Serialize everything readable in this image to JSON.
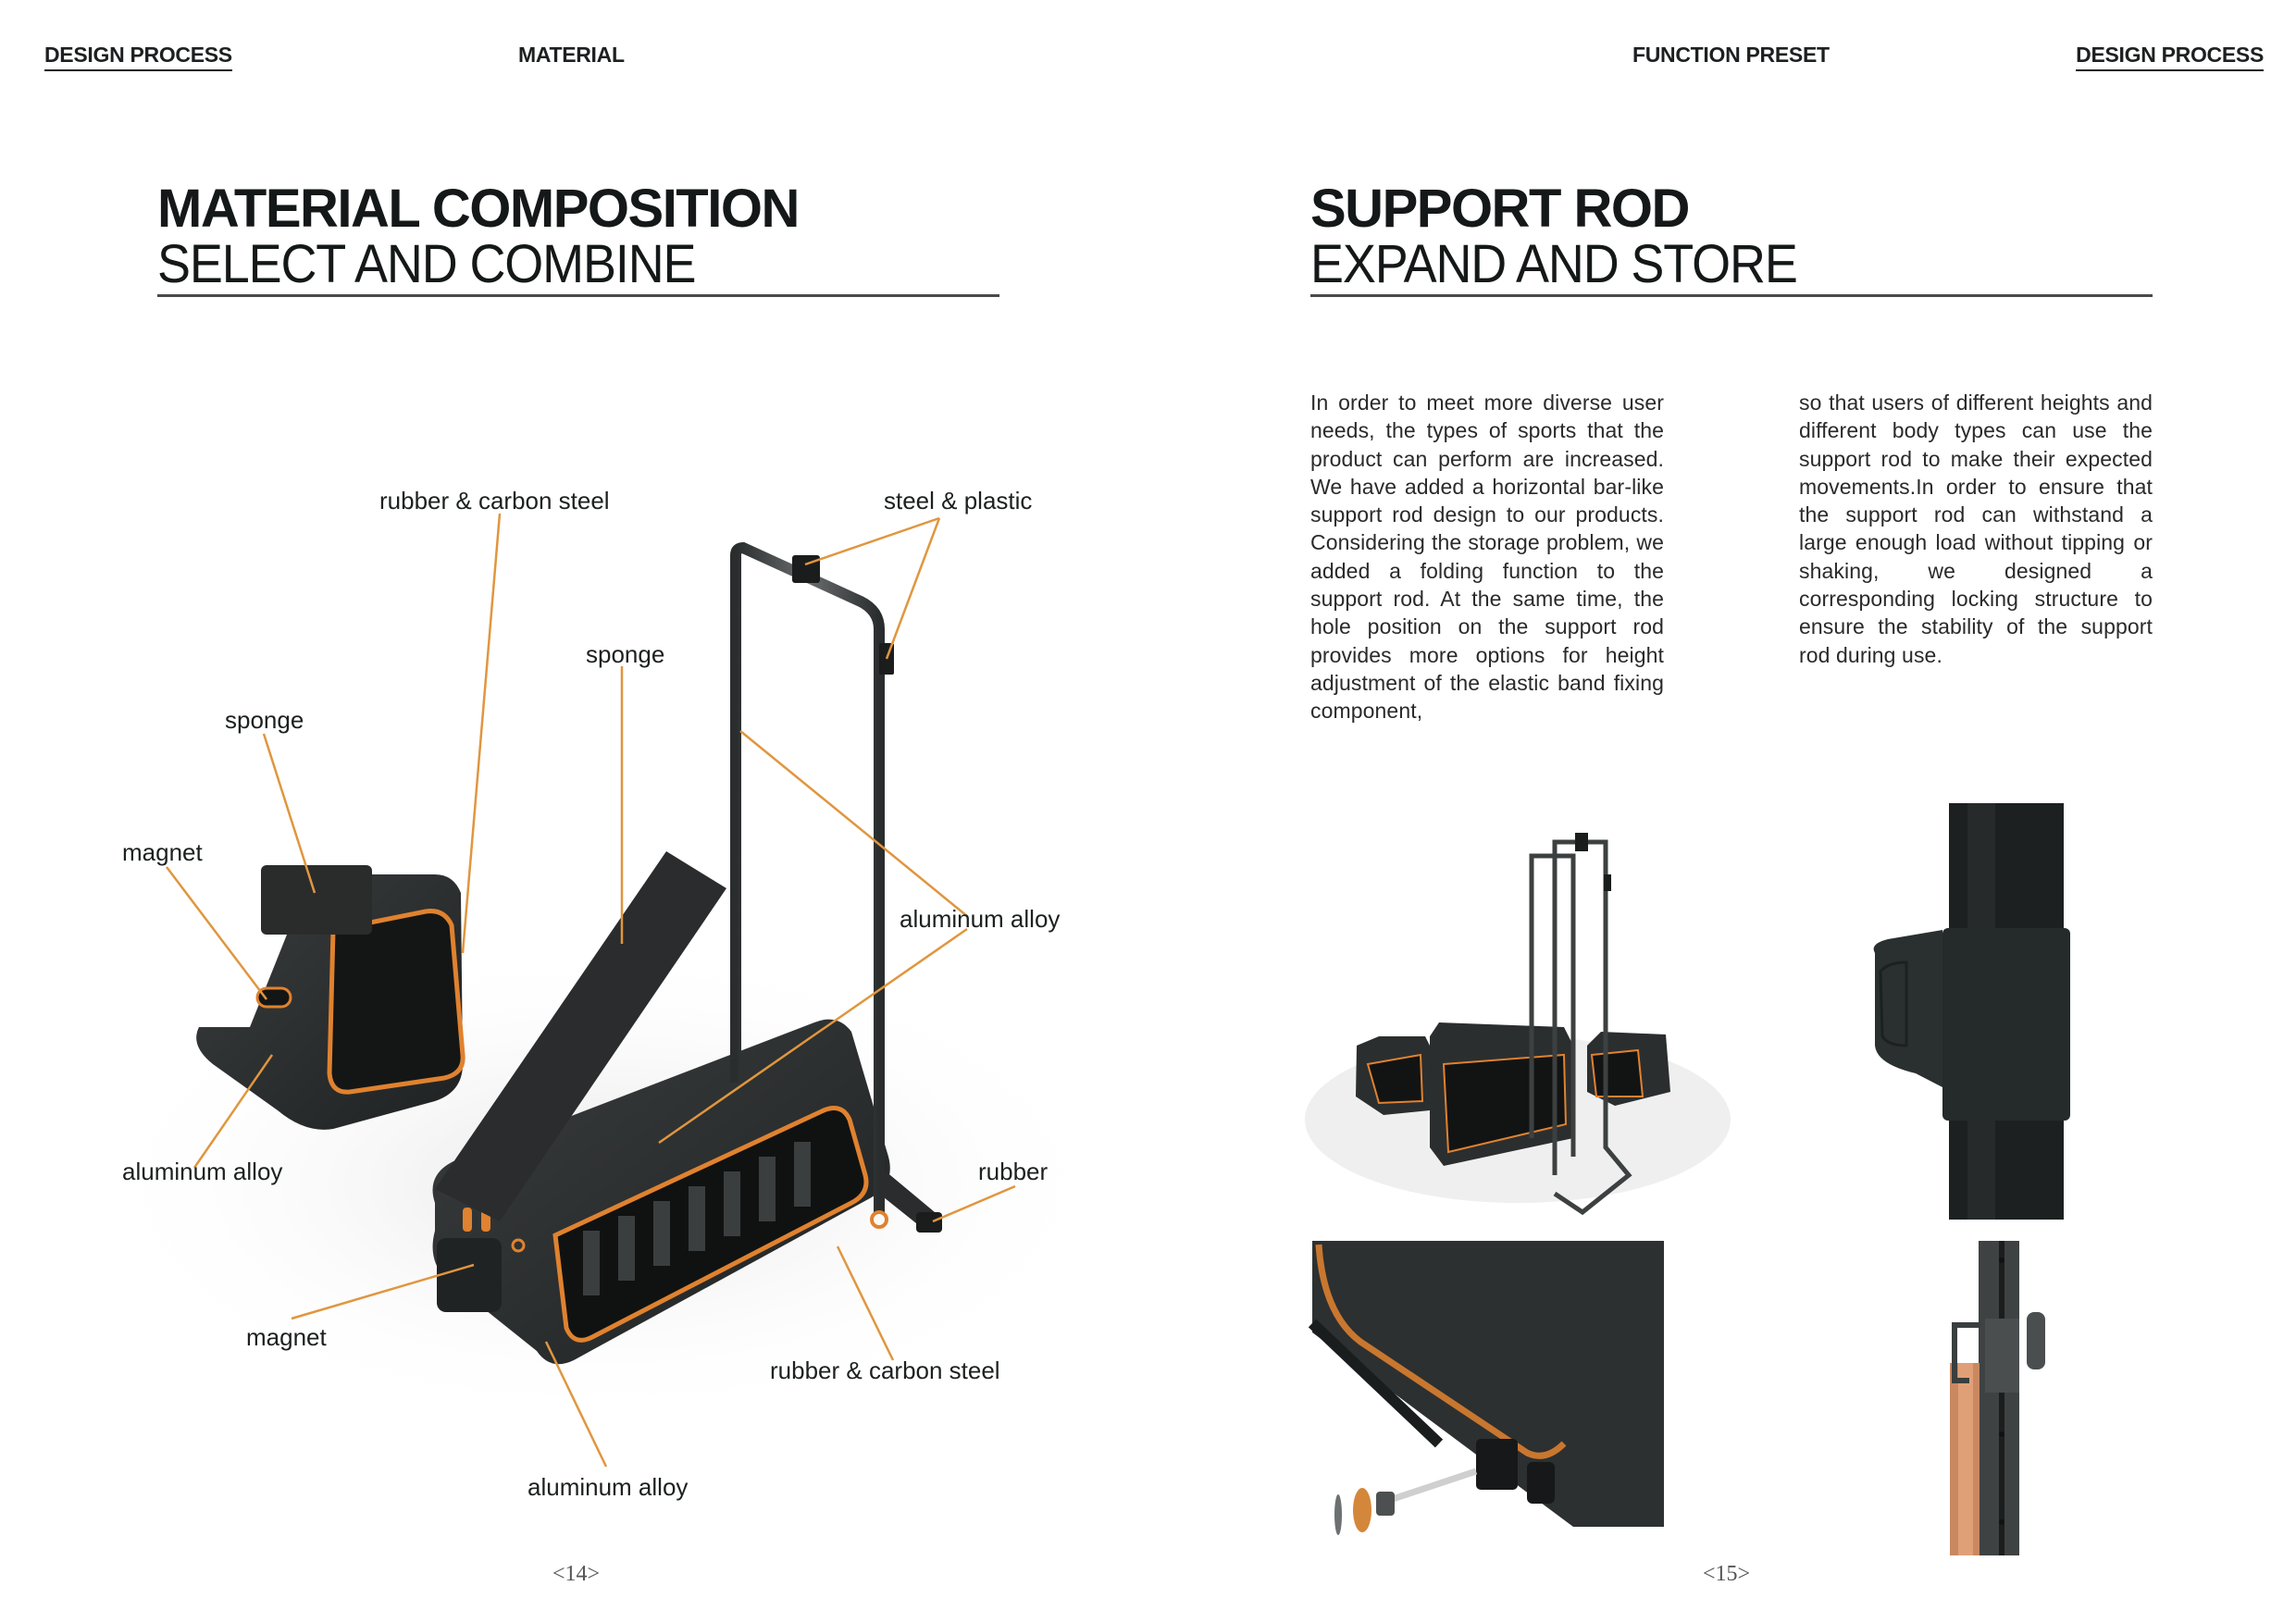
{
  "header": {
    "left_section": "DESIGN PROCESS",
    "left_chapter": "MATERIAL",
    "right_chapter": "FUNCTION PRESET",
    "right_section": "DESIGN PROCESS"
  },
  "left_page": {
    "title_bold": "MATERIAL COMPOSITION",
    "title_light": "SELECT AND COMBINE",
    "labels": [
      {
        "id": "rubber-carbon-steel-top",
        "text": "rubber & carbon steel"
      },
      {
        "id": "steel-plastic",
        "text": "steel & plastic"
      },
      {
        "id": "sponge-board",
        "text": "sponge"
      },
      {
        "id": "sponge-stool",
        "text": "sponge"
      },
      {
        "id": "magnet-stool",
        "text": "magnet"
      },
      {
        "id": "aluminum-alloy-rod",
        "text": "aluminum alloy"
      },
      {
        "id": "aluminum-alloy-stool",
        "text": "aluminum alloy"
      },
      {
        "id": "rubber-foot",
        "text": "rubber"
      },
      {
        "id": "magnet-box",
        "text": "magnet"
      },
      {
        "id": "rubber-carbon-steel-bottom",
        "text": "rubber & carbon steel"
      },
      {
        "id": "aluminum-alloy-box",
        "text": "aluminum alloy"
      }
    ],
    "page_number": "<14>"
  },
  "right_page": {
    "title_bold": "SUPPORT ROD",
    "title_light": "EXPAND AND STORE",
    "body_col1": "In order to meet more diverse user needs, the types of sports that the product can perform are increased. We have added a horizontal bar-like support rod design to our products. Considering the storage problem, we added a folding function to the support rod. At the same time, the hole position on the support rod provides more options for height adjustment of the elastic band fixing component,",
    "body_col2": "so that users of different heights and different body types can use the support rod to make their expected movements.In order to ensure that the support rod can withstand a large enough load without tipping or shaking, we designed a corresponding locking structure to ensure the stability of the support rod during use.",
    "page_number": "<15>"
  },
  "colors": {
    "accent_orange": "#e0963f",
    "product_dark": "#2b2e2f",
    "band_orange": "#d88a4e",
    "text": "#1d2020"
  }
}
